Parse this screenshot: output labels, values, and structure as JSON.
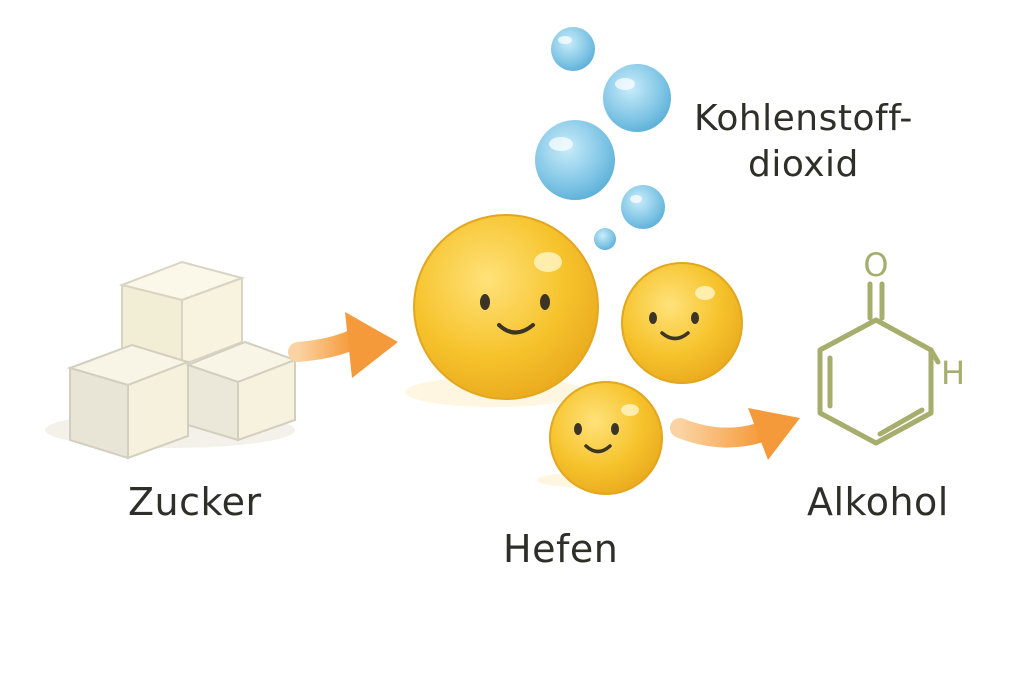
{
  "labels": {
    "sugar": "Zucker",
    "yeast": "Hefen",
    "alcohol": "Alkohol",
    "co2_line1": "Kohlenstoff-",
    "co2_line2": "dioxid"
  },
  "molecule": {
    "oxygen_atom": "O",
    "hydrogen_atom": "H"
  },
  "colors": {
    "arrow": "#f59a3a",
    "yeast": "#f6c32c",
    "bubble": "#7cc3e4",
    "molecule": "#a7ad6d",
    "sugar_cube": "#f5f1dc",
    "text": "#2f2f2a"
  }
}
